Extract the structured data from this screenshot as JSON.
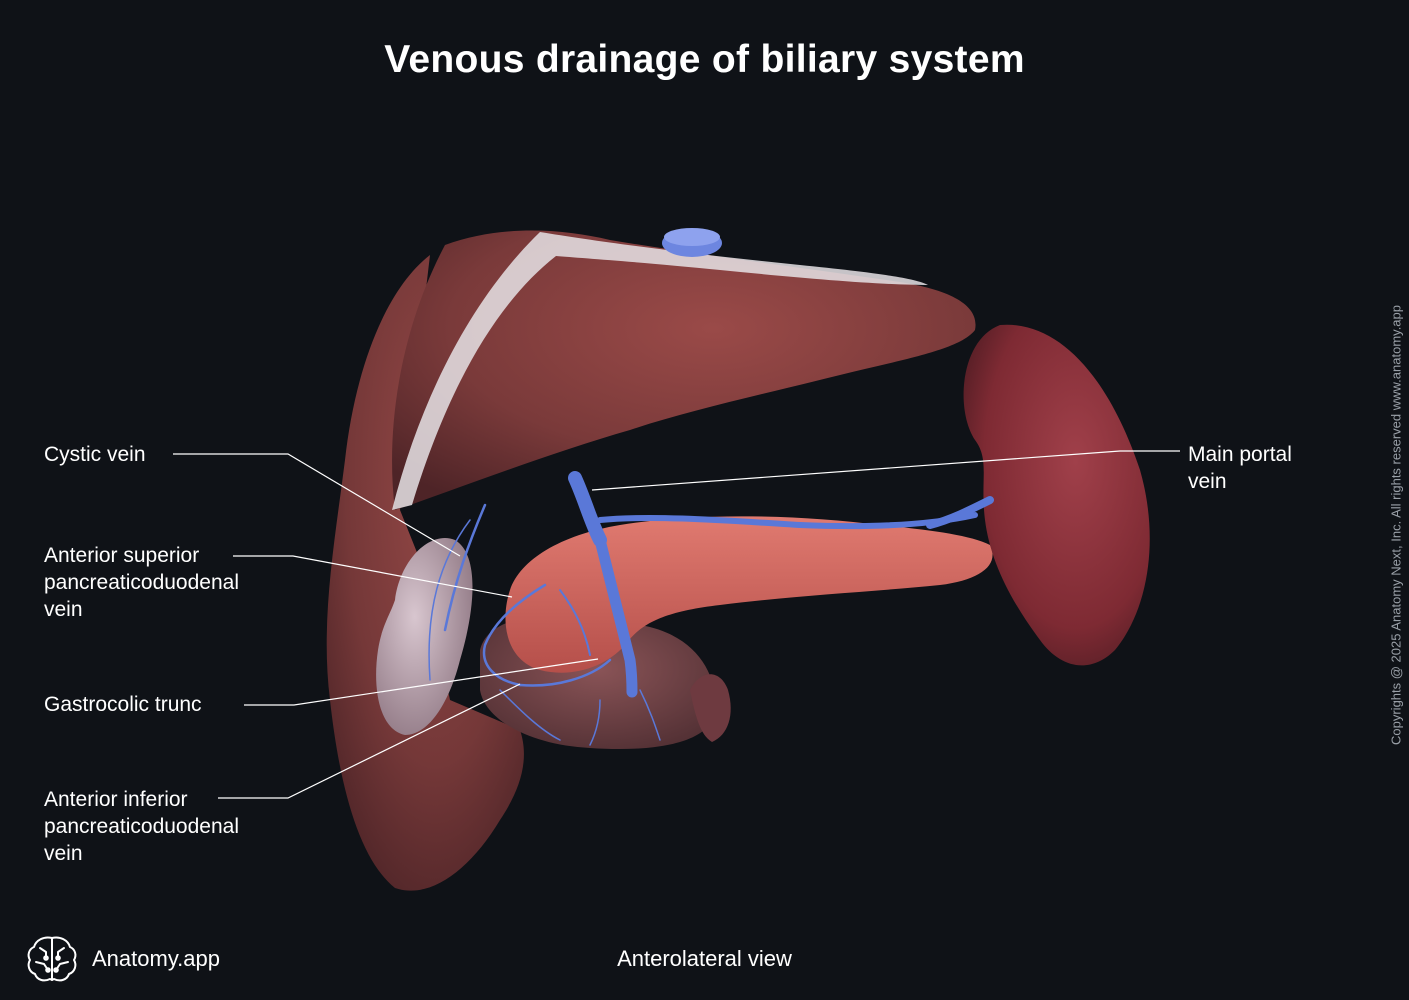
{
  "title": "Venous drainage of biliary system",
  "view_label": "Anterolateral view",
  "brand": {
    "name": "Anatomy.app",
    "icon": "brain-icon"
  },
  "copyright": "Copyrights @ 2025 Anatomy Next, Inc. All rights reserved www.anatomy.app",
  "labels": {
    "cystic_vein": [
      "Cystic vein"
    ],
    "main_portal_vein": [
      "Main portal",
      "vein"
    ],
    "ant_sup_pd_vein": [
      "Anterior superior",
      "pancreaticoduodenal",
      "vein"
    ],
    "gastrocolic_trunc": [
      "Gastrocolic trunc"
    ],
    "ant_inf_pd_vein": [
      "Anterior inferior",
      "pancreaticoduodenal",
      "vein"
    ]
  },
  "colors": {
    "background": "#0f1217",
    "liver": "#7a3a3a",
    "pancreas": "#d0665f",
    "spleen": "#7e2a33",
    "vein": "#5a78d8",
    "gallbladder": "#b9a6b3",
    "leader_line": "#ffffff"
  }
}
